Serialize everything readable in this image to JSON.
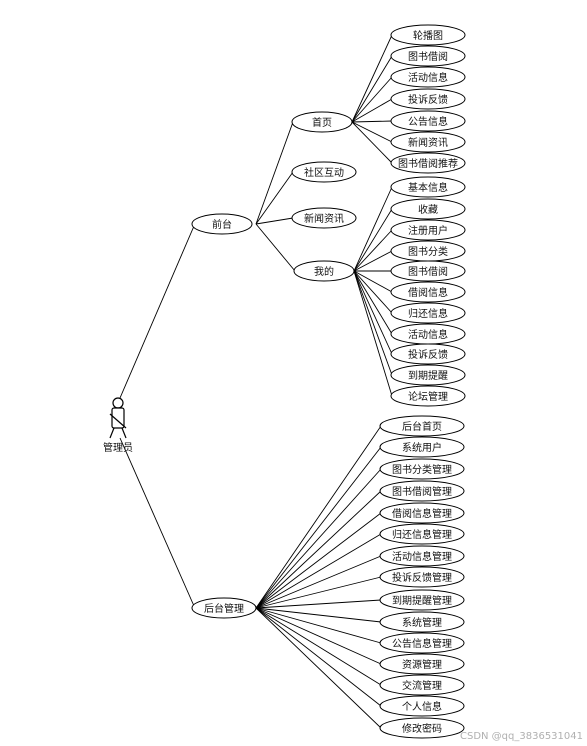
{
  "actor": {
    "label": "管理员"
  },
  "tree": {
    "label": "前台",
    "children": [
      {
        "label": "首页",
        "children": [
          "轮播图",
          "图书借阅",
          "活动信息",
          "投诉反馈",
          "公告信息",
          "新闻资讯",
          "图书借阅推荐"
        ]
      },
      {
        "label": "社区互动",
        "children": []
      },
      {
        "label": "新闻资讯",
        "children": []
      },
      {
        "label": "我的",
        "children": [
          "基本信息",
          "收藏",
          "注册用户",
          "图书分类",
          "图书借阅",
          "借阅信息",
          "归还信息",
          "活动信息",
          "投诉反馈",
          "到期提醒",
          "论坛管理"
        ]
      }
    ]
  },
  "backend": {
    "label": "后台管理",
    "children": [
      "后台首页",
      "系统用户",
      "图书分类管理",
      "图书借阅管理",
      "借阅信息管理",
      "归还信息管理",
      "活动信息管理",
      "投诉反馈管理",
      "到期提醒管理",
      "系统管理",
      "公告信息管理",
      "资源管理",
      "交流管理",
      "个人信息",
      "修改密码"
    ]
  },
  "watermark": "CSDN @qq_3836531041"
}
